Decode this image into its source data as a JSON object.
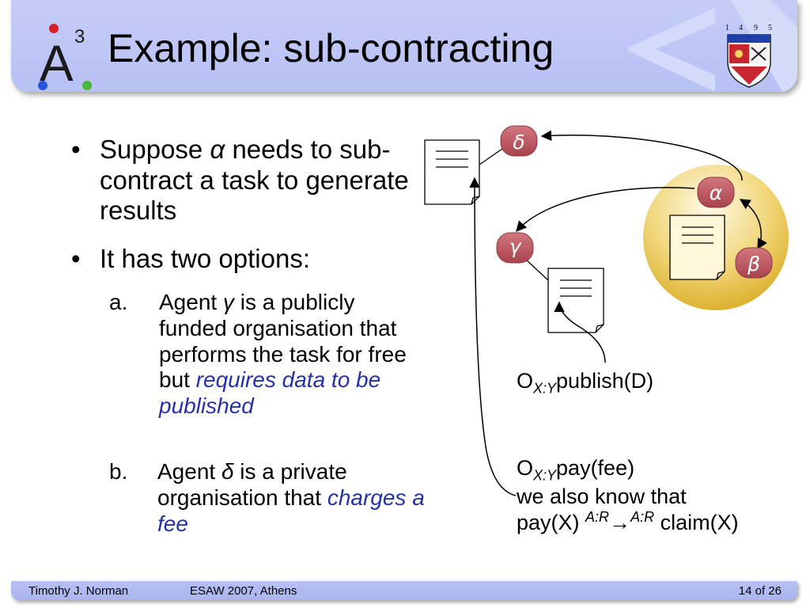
{
  "slide": {
    "title": "Example: sub-contracting",
    "logo_label": "A",
    "logo_superscript": "3",
    "crest_years": [
      "1",
      "4",
      "9",
      "5"
    ]
  },
  "bullets": [
    {
      "before": "Suppose ",
      "agent": "α",
      "after": " needs to sub-contract a task to generate results"
    },
    {
      "text": "It has two options:"
    }
  ],
  "options": [
    {
      "marker": "a.",
      "before": "Agent ",
      "agent": "γ",
      "after": " is a publicly funded organisation that performs the task for free but ",
      "highlight": "requires data to be published"
    },
    {
      "marker": "b.",
      "before": "Agent ",
      "agent": "δ",
      "after": " is a private organisation that ",
      "highlight": "charges a fee"
    }
  ],
  "diagram": {
    "agents": {
      "delta": "δ",
      "alpha": "α",
      "gamma": "γ",
      "beta": "β"
    },
    "obligation_publish": {
      "o": "O",
      "sub": "X:Y",
      "action": "publish(D)"
    },
    "obligation_pay": {
      "o": "O",
      "sub": "X:Y",
      "action": "pay(fee)"
    },
    "knowledge_line": "we also know that",
    "rule": {
      "lhs": "pay(X)",
      "sup1": "A:R",
      "arrow": "→",
      "sup2": "A:R",
      "rhs": "claim(X)"
    }
  },
  "footer": {
    "author": "Timothy J. Norman",
    "event": "ESAW 2007, Athens",
    "page": "14 of 26"
  },
  "colors": {
    "header_bg": "#c5ccf7",
    "agent_node": "#b9565f",
    "sphere_gold": "#e6be3a",
    "highlight_text": "#2531a8"
  }
}
